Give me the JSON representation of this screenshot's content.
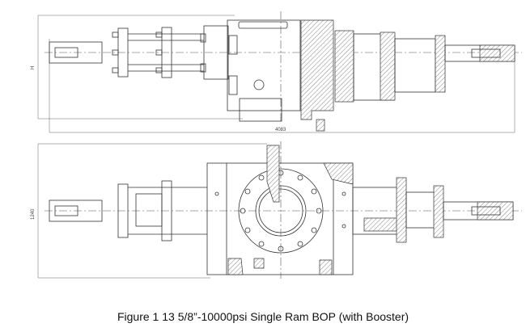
{
  "figure": {
    "caption": "Figure 1 13 5/8”-10000psi Single Ram BOP (with Booster)",
    "top_view": {
      "height_label": "H",
      "length_label": "4083"
    },
    "front_view": {
      "height_label": "1240"
    }
  }
}
